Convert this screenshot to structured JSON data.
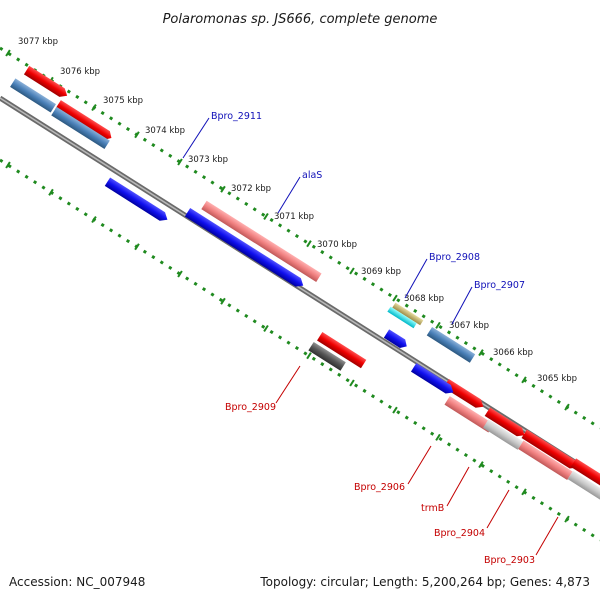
{
  "title": "Polaromonas sp. JS666, complete genome",
  "footer": {
    "accession": "Accession: NC_007948",
    "topology": "Topology: circular; Length: 5,200,264 bp; Genes: 4,873"
  },
  "kbp_ticks": [
    "3077 kbp",
    "3076 kbp",
    "3075 kbp",
    "3074 kbp",
    "3073 kbp",
    "3072 kbp",
    "3071 kbp",
    "3070 kbp",
    "3069 kbp",
    "3068 kbp",
    "3067 kbp",
    "3066 kbp",
    "3065 kbp"
  ],
  "gene_labels": {
    "bpro_2911": "Bpro_2911",
    "alaS": "alaS",
    "bpro_2908": "Bpro_2908",
    "bpro_2907": "Bpro_2907",
    "bpro_2909": "Bpro_2909",
    "bpro_2906": "Bpro_2906",
    "trmB": "trmB",
    "bpro_2904": "Bpro_2904",
    "bpro_2903": "Bpro_2903"
  },
  "colors": {
    "backbone": "#808080",
    "ruler_dots": "#1f8a1f",
    "cds_red": "#ee0000",
    "cds_pink": "#f08080",
    "cds_blue": "#1010ee",
    "cds_steel": "#4a80b8",
    "cds_gray": "#505050",
    "cds_lightgray": "#c8c8c8",
    "trna_cyan": "#00e0f0",
    "rrna_khaki": "#c8b870",
    "label_blue": "#1010b8",
    "label_red": "#c40000"
  }
}
